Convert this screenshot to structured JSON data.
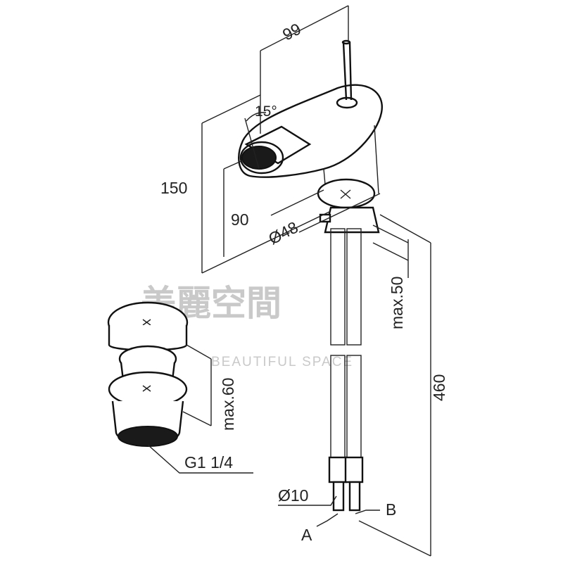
{
  "dimensions": {
    "width_top": "99",
    "angle": "15°",
    "height_spout": "150",
    "spout_reach": "90",
    "base_diameter": "Ø48",
    "max_deck": "max.50",
    "hose_length": "460",
    "waste_height": "max.60",
    "waste_thread": "G1 1/4",
    "hose_diameter": "Ø10",
    "inlet_a": "A",
    "inlet_b": "B"
  },
  "watermark": {
    "brand_cjk": "美麗空間",
    "brand_en": "BEAUTIFUL SPACE"
  }
}
